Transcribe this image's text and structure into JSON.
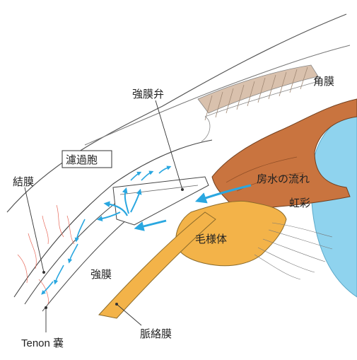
{
  "colors": {
    "lens": "#8fd3ee",
    "iris": "#c9743f",
    "ciliary_body": "#f3b349",
    "choroid": "#f3b349",
    "cornea_stripes": "#c8a890",
    "flow_arrow": "#2aa7e0",
    "vessel": "#e8695a",
    "outline": "#444444"
  },
  "labels": {
    "cornea": "角膜",
    "scleral_flap": "強膜弁",
    "bleb": "濾過胞",
    "conjunctiva": "結膜",
    "aqueous_flow": "房水の流れ",
    "iris": "虹彩",
    "ciliary_body": "毛様体",
    "sclera": "強膜",
    "choroid": "脈絡膜",
    "tenon": "Tenon 嚢"
  }
}
